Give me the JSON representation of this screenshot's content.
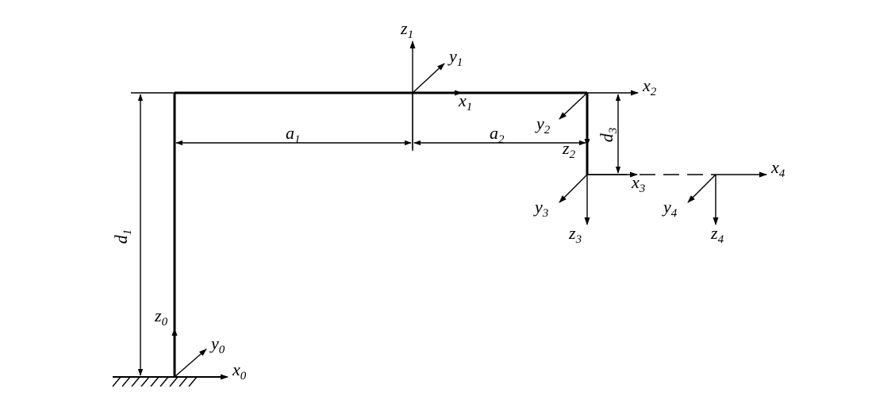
{
  "frames": {
    "f0": {
      "x": "x",
      "x_sub": "0",
      "y": "y",
      "y_sub": "0",
      "z": "z",
      "z_sub": "0"
    },
    "f1": {
      "x": "x",
      "x_sub": "1",
      "y": "y",
      "y_sub": "1",
      "z": "z",
      "z_sub": "1"
    },
    "f2": {
      "x": "x",
      "x_sub": "2",
      "y": "y",
      "y_sub": "2",
      "z": "z",
      "z_sub": "2"
    },
    "f3": {
      "x": "x",
      "x_sub": "3",
      "y": "y",
      "y_sub": "3",
      "z": "z",
      "z_sub": "3"
    },
    "f4": {
      "x": "x",
      "x_sub": "4",
      "y": "y",
      "y_sub": "4",
      "z": "z",
      "z_sub": "4"
    }
  },
  "dimensions": {
    "d1": {
      "symbol": "d",
      "sub": "1"
    },
    "a1": {
      "symbol": "a",
      "sub": "1"
    },
    "a2": {
      "symbol": "a",
      "sub": "2"
    },
    "d3": {
      "symbol": "d",
      "sub": "3"
    }
  }
}
